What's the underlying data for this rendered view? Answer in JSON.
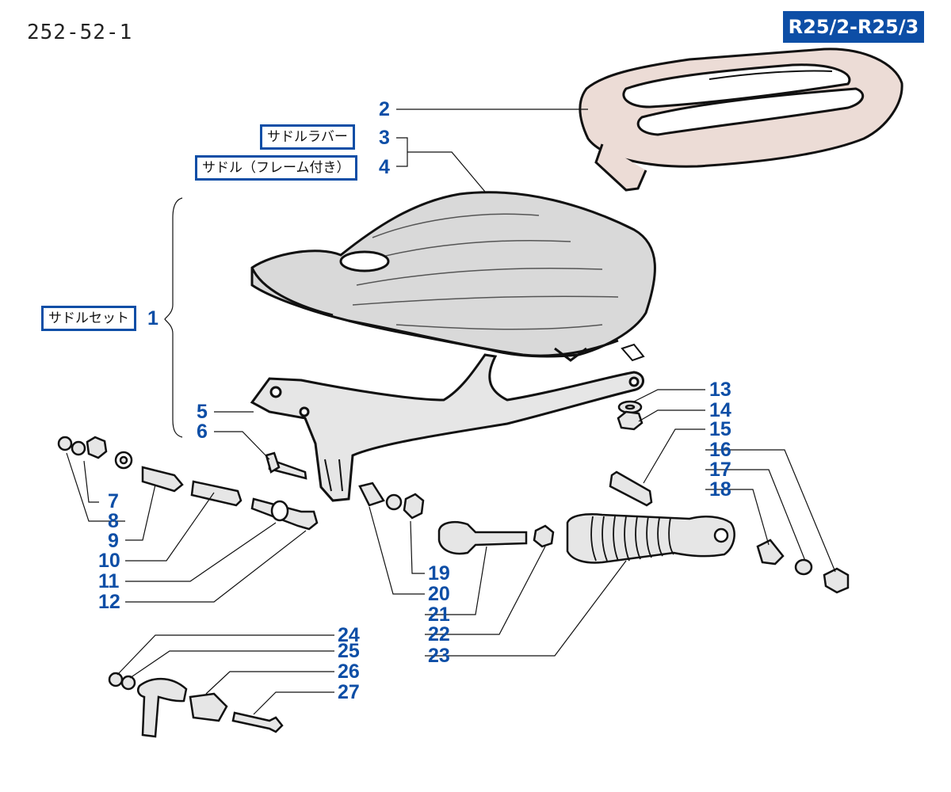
{
  "header": {
    "page_code": "252-52-1",
    "model": "R25/2-R25/3"
  },
  "labels": {
    "saddle_set": "サドルセット",
    "saddle_rubber": "サドルラバー",
    "saddle_with_frame": "サドル（フレーム付き）"
  },
  "part_numbers": [
    "1",
    "2",
    "3",
    "4",
    "5",
    "6",
    "7",
    "8",
    "9",
    "10",
    "11",
    "12",
    "13",
    "14",
    "15",
    "16",
    "17",
    "18",
    "19",
    "20",
    "21",
    "22",
    "23",
    "24",
    "25",
    "26",
    "27"
  ],
  "colors": {
    "accent": "#0d4ea6",
    "line": "#111111",
    "part_fill": "#e6e6e6",
    "rack_fill": "#ecdcd6"
  }
}
